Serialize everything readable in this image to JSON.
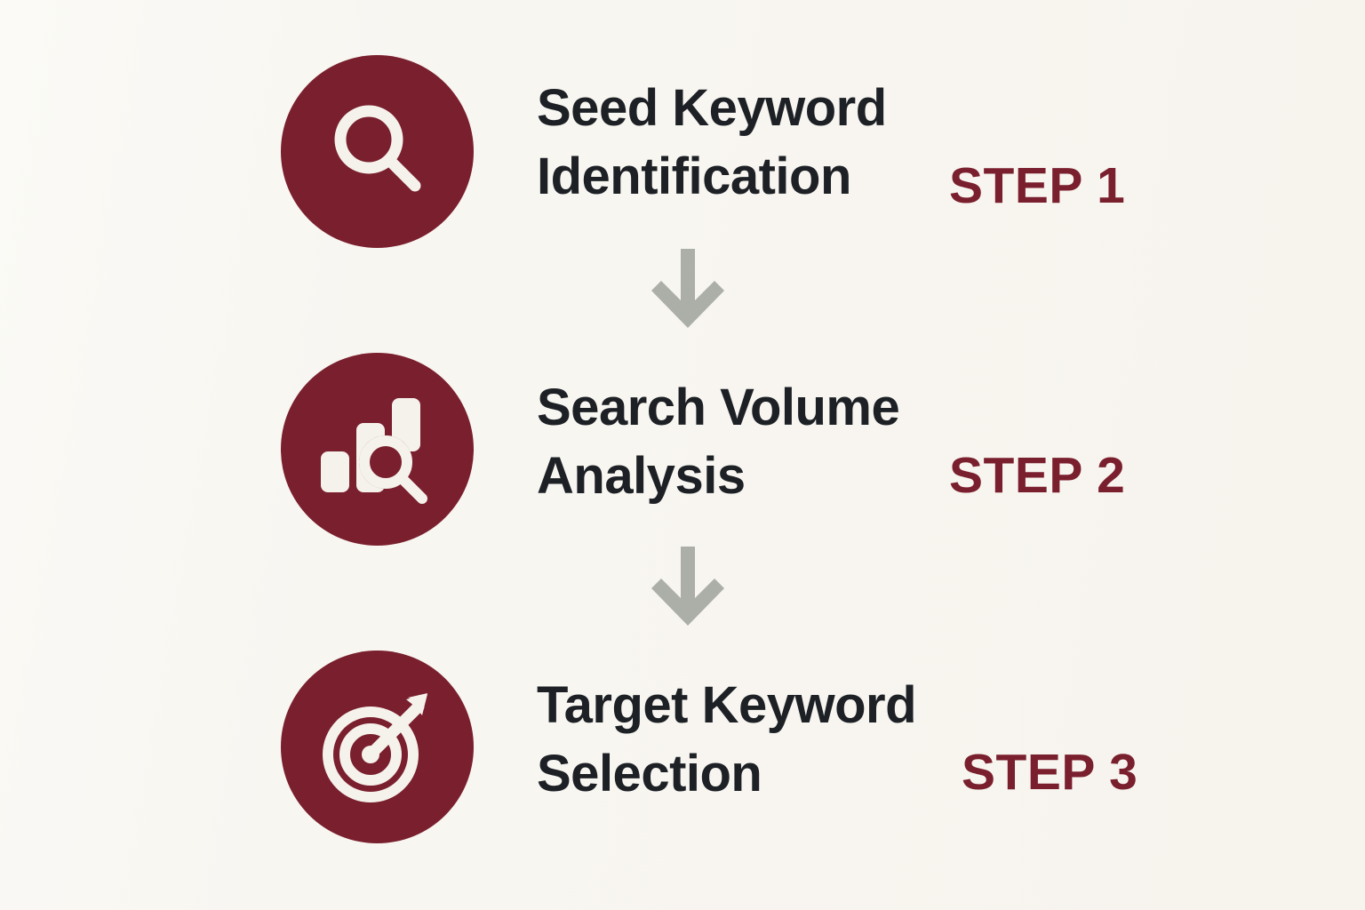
{
  "theme": {
    "background_color": "#F8F6F1",
    "accent_color": "#7A1F2D",
    "text_color": "#1D2126",
    "arrow_color": "#ACAFA7",
    "icon_glyph_color": "#F5F2EC"
  },
  "flow": {
    "title": "",
    "orientation": "vertical",
    "steps": [
      {
        "number": 1,
        "badge": "STEP 1",
        "label": "Seed Keyword\nIdentification",
        "label_line1": "Seed Keyword",
        "label_line2": "Identification",
        "icon": "magnifying-glass-icon"
      },
      {
        "number": 2,
        "badge": "STEP 2",
        "label": "Search Volume\nAnalysis",
        "label_line1": "Search Volume",
        "label_line2": "Analysis",
        "icon": "bar-chart-search-icon"
      },
      {
        "number": 3,
        "badge": "STEP 3",
        "label": "Target Keyword\nSelection",
        "label_line1": "Target Keyword",
        "label_line2": "Selection",
        "icon": "target-bullseye-arrow-icon"
      }
    ],
    "connectors": [
      {
        "from_step": 1,
        "to_step": 2,
        "icon": "arrow-down-icon"
      },
      {
        "from_step": 2,
        "to_step": 3,
        "icon": "arrow-down-icon"
      }
    ]
  }
}
